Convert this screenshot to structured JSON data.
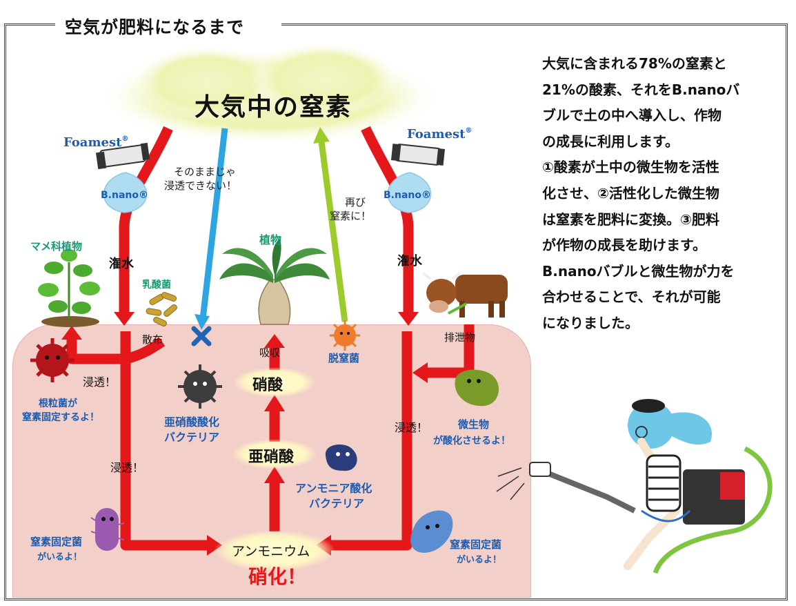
{
  "title": "空気が肥料になるまで",
  "sky": {
    "label": "大気中の窒素"
  },
  "brand": {
    "foamest": "Foamest",
    "reg": "®",
    "bnano": "B.nano®"
  },
  "labels": {
    "kansui": "潅水",
    "sanpu": "散布",
    "lactic": "乳酸菌",
    "cannot": [
      "そのままじゃ",
      "浸透できない！"
    ],
    "again": [
      "再び",
      "窒素に！"
    ],
    "legume": "マメ科植物",
    "plant": "植物",
    "kyushu": "吸収",
    "datchitsu": "脱窒菌",
    "haisetsu": "排泄物",
    "shinto": "浸透！",
    "rhizobia": [
      "根粒菌が",
      "窒素固定するよ！"
    ],
    "nitrite_bact": [
      "亜硝酸酸化",
      "バクテリア"
    ],
    "ammonia_bact": [
      "アンモニア酸化",
      "バクテリア"
    ],
    "microbe": [
      "微生物",
      "が酸化させるよ！"
    ],
    "fixer": [
      "窒素固定菌",
      "がいるよ！"
    ]
  },
  "stages": {
    "nitric": "硝酸",
    "nitrous": "亜硝酸",
    "ammonium": "アンモニウム",
    "nitrification": "硝化！"
  },
  "colors": {
    "arrow_red": "#e4181a",
    "arrow_blue": "#2ea4e0",
    "arrow_green": "#9bcc2c",
    "soil": "#f2cfc9",
    "teal": "#179b72"
  },
  "description": [
    "大気に含まれる78%の窒素と",
    "21%の酸素、それをB.nanoバ",
    "ブルで土の中へ導入し、作物",
    "の成長に利用します。",
    "①酸素が土中の微生物を活性",
    "化させ、②活性化した微生物",
    "は窒素を肥料に変換。③肥料",
    "が作物の成長を助けます。",
    "B.nanoバブルと微生物が力を",
    "合わせることで、それが可能",
    "になりました。"
  ]
}
